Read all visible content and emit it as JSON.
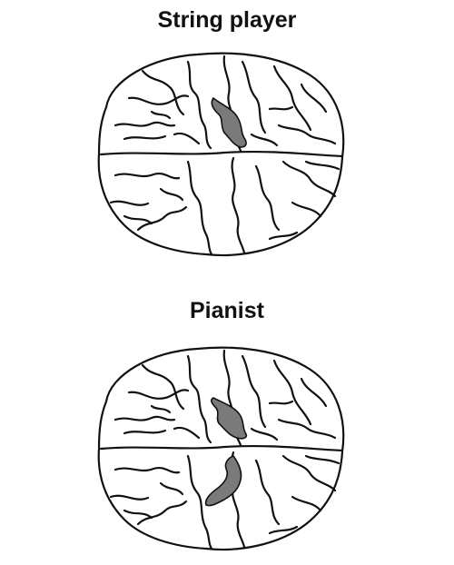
{
  "panels": [
    {
      "label": "String player",
      "highlight_regions": [
        "left-hemisphere"
      ]
    },
    {
      "label": "Pianist",
      "highlight_regions": [
        "left-hemisphere",
        "right-hemisphere"
      ]
    }
  ],
  "colors": {
    "outline": "#111111",
    "highlight": "#7a7a7a",
    "background": "#ffffff"
  }
}
